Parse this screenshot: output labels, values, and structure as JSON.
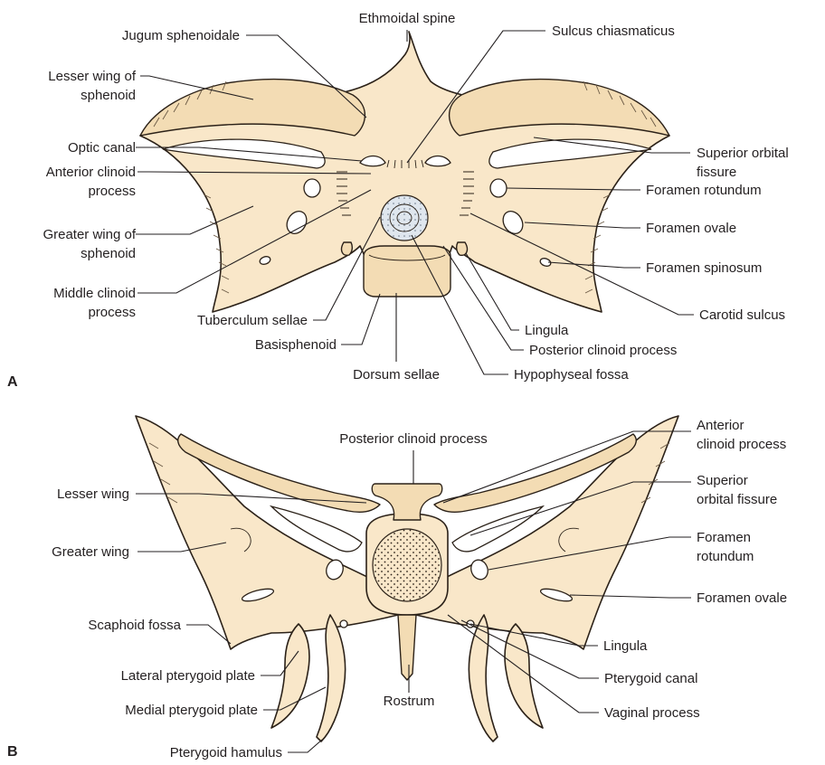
{
  "colors": {
    "bone_fill": "#f9e7c9",
    "bone_shade": "#f3dcb4",
    "outline": "#2b2118",
    "fossa_fill": "#dfe6ee"
  },
  "panels": {
    "a": {
      "letter": "A",
      "labels": {
        "ethmoidal_spine": "Ethmoidal spine",
        "sulcus_chiasmaticus": "Sulcus chiasmaticus",
        "jugum_sphenoidale": "Jugum sphenoidale",
        "lesser_wing_1": "Lesser wing of",
        "lesser_wing_2": "sphenoid",
        "superior_orbital_fissure_1": "Superior orbital",
        "superior_orbital_fissure_2": "fissure",
        "optic_canal": "Optic canal",
        "anterior_clinoid_1": "Anterior clinoid",
        "anterior_clinoid_2": "process",
        "foramen_rotundum": "Foramen rotundum",
        "greater_wing_1": "Greater wing of",
        "greater_wing_2": "sphenoid",
        "foramen_ovale": "Foramen ovale",
        "foramen_spinosum": "Foramen spinosum",
        "middle_clinoid_1": "Middle clinoid",
        "middle_clinoid_2": "process",
        "tuberculum_sellae": "Tuberculum sellae",
        "carotid_sulcus": "Carotid sulcus",
        "lingula": "Lingula",
        "basisphenoid": "Basisphenoid",
        "posterior_clinoid": "Posterior clinoid process",
        "dorsum_sellae": "Dorsum sellae",
        "hypophyseal_fossa": "Hypophyseal fossa"
      }
    },
    "b": {
      "letter": "B",
      "labels": {
        "posterior_clinoid": "Posterior clinoid process",
        "anterior_clinoid_1": "Anterior",
        "anterior_clinoid_2": "clinoid process",
        "lesser_wing": "Lesser wing",
        "superior_orbital_fissure_1": "Superior",
        "superior_orbital_fissure_2": "orbital fissure",
        "greater_wing": "Greater wing",
        "foramen_rotundum_1": "Foramen",
        "foramen_rotundum_2": "rotundum",
        "foramen_ovale": "Foramen ovale",
        "scaphoid_fossa": "Scaphoid fossa",
        "lingula": "Lingula",
        "lateral_pterygoid_plate": "Lateral pterygoid plate",
        "pterygoid_canal": "Pterygoid canal",
        "medial_pterygoid_plate": "Medial pterygoid plate",
        "rostrum": "Rostrum",
        "vaginal_process": "Vaginal process",
        "pterygoid_hamulus": "Pterygoid hamulus"
      }
    }
  }
}
